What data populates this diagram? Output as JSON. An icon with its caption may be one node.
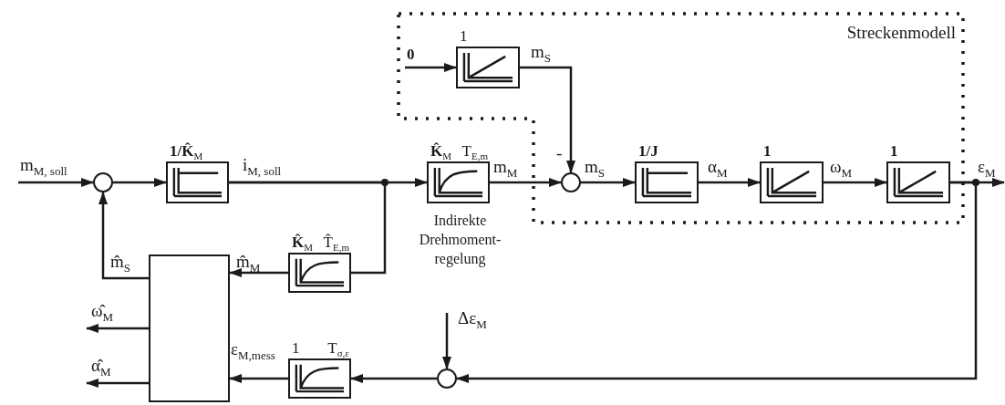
{
  "diagram": {
    "nodes": [
      {
        "text": [
          "Streckenmodell"
        ]
      },
      {
        "text": [
          "0"
        ],
        "in": 0
      },
      {
        "text": [
          "1"
        ],
        "in": 0
      },
      {
        "text": [],
        "shape": "circle"
      },
      {
        "text": [
          "**1/K̂**$_{M}$"
        ]
      },
      {
        "text": [
          "**K̂**$_{M}$",
          "T$_{E,m}$"
        ],
        "beside": [
          "Indirekte Drehmoment-regelung"
        ]
      },
      {
        "text": [],
        "shape": "circle",
        "in": 0
      },
      {
        "text": [
          "1/J"
        ],
        "in": 0
      },
      {
        "text": [
          "1"
        ],
        "in": 0
      },
      {
        "text": [
          "1"
        ],
        "in": 0
      },
      {
        "text": [],
        "shape": "box"
      },
      {
        "text": [
          "**K̂**$_{M}$",
          "T̂$_{E,m}$"
        ]
      },
      {
        "text": [],
        "shape": "circle"
      },
      {
        "text": [
          "1",
          "T$_{σ,ε}$"
        ]
      }
    ],
    "edges": [
      {
        "from": null,
        "to": 3,
        "arrow": "to",
        "label": "m$_{M, soll}$"
      },
      {
        "from": 3,
        "to": 4,
        "arrow": "to"
      },
      {
        "from": 4,
        "to": 5,
        "arrow": "to",
        "label": "i$_{M, soll}$"
      },
      {
        "from": 4,
        "to": 11,
        "arrow": "none"
      },
      {
        "from": 5,
        "to": 6,
        "arrow": "to",
        "label": "m$_{M}$"
      },
      {
        "from": 1,
        "to": 2,
        "arrow": "to"
      },
      {
        "from": 2,
        "to": 6,
        "arrow": "to",
        "label": "m$_{S}$"
      },
      {
        "from": 6,
        "to": 7,
        "arrow": "to",
        "label": "m$_{S}$"
      },
      {
        "from": 7,
        "to": 8,
        "arrow": "to",
        "label": "α$_{M}$"
      },
      {
        "from": 8,
        "to": 9,
        "arrow": "to",
        "label": "ω$_{M}$"
      },
      {
        "from": 9,
        "to": null,
        "arrow": "to",
        "label": "ε$_{M}$"
      },
      {
        "from": 9,
        "to": 12,
        "arrow": "to"
      },
      {
        "from": null,
        "to": 12,
        "arrow": "to",
        "label": "Δε$_{M}$"
      },
      {
        "from": 12,
        "to": 13,
        "arrow": "to"
      },
      {
        "from": 13,
        "to": 10,
        "arrow": "to",
        "label": "ε$_{M,mess}$"
      },
      {
        "from": 11,
        "to": 10,
        "arrow": "to",
        "label": "m̂$_{M}$"
      },
      {
        "from": 10,
        "to": 3,
        "arrow": "to",
        "label": "m̂$_{S}$"
      },
      {
        "from": 10,
        "to": null,
        "arrow": "to",
        "label": "ω̂$_{M}$"
      },
      {
        "from": 10,
        "to": null,
        "arrow": "to",
        "label": "α̂$_{M}$"
      }
    ],
    "labels": [
      "-"
    ]
  }
}
